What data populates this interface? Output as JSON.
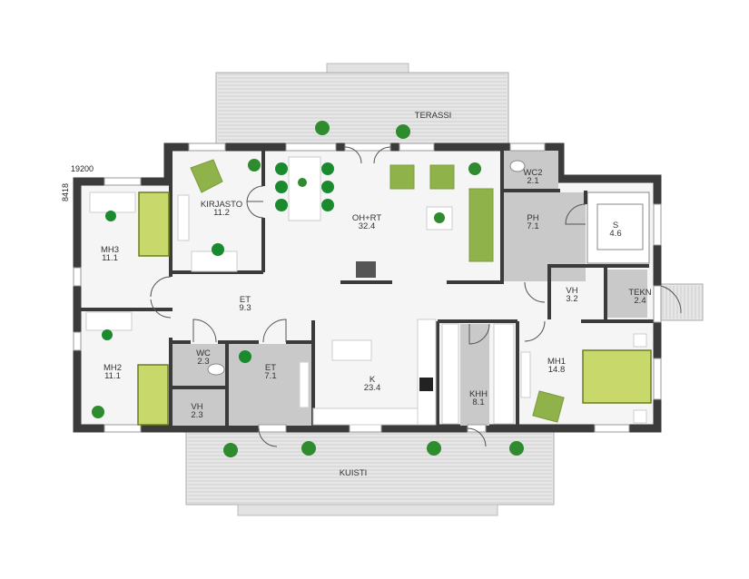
{
  "dimensions": {
    "width": "19200",
    "depth": "8418"
  },
  "outdoor": {
    "terrace": "TERASSI",
    "porch": "KUISTI"
  },
  "rooms": {
    "kirjasto": {
      "name": "KIRJASTO",
      "area": "11.2"
    },
    "mh3": {
      "name": "MH3",
      "area": "11.1"
    },
    "oh_rt": {
      "name": "OH+RT",
      "area": "32.4"
    },
    "et1": {
      "name": "ET",
      "area": "9.3"
    },
    "mh2": {
      "name": "MH2",
      "area": "11.1"
    },
    "wc": {
      "name": "WC",
      "area": "2.3"
    },
    "et2": {
      "name": "ET",
      "area": "7.1"
    },
    "vh1": {
      "name": "VH",
      "area": "2.3"
    },
    "k": {
      "name": "K",
      "area": "23.4"
    },
    "khh": {
      "name": "KHH",
      "area": "8.1"
    },
    "mh1": {
      "name": "MH1",
      "area": "14.8"
    },
    "vh2": {
      "name": "VH",
      "area": "3.2"
    },
    "tekn": {
      "name": "TEKN",
      "area": "2.4"
    },
    "ph": {
      "name": "PH",
      "area": "7.1"
    },
    "s": {
      "name": "S",
      "area": "4.6"
    },
    "wc2": {
      "name": "WC2",
      "area": "2.1"
    }
  },
  "colors": {
    "wall": "#3b3b3b",
    "floor": "#f5f5f5",
    "tile": "#c9c9c9",
    "furniture_green": "#8fb34a",
    "chair_green": "#1a8a2e"
  }
}
